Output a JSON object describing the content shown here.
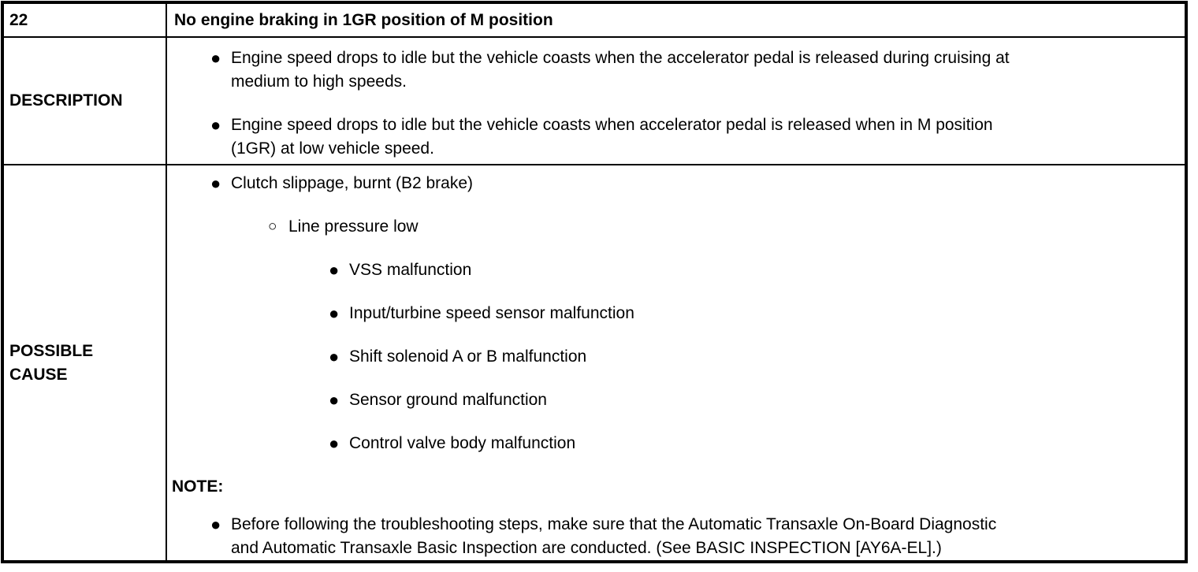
{
  "colors": {
    "background": "#ffffff",
    "border": "#000000",
    "text": "#000000"
  },
  "doc": {
    "row_number": "22",
    "title": "No engine braking in 1GR position of M position",
    "description_label": "DESCRIPTION",
    "possible_cause_label": "POSSIBLE CAUSE",
    "note_label": "NOTE:",
    "description_items": [
      {
        "bullet": "●",
        "lines": [
          "Engine speed drops to idle but the vehicle coasts when the accelerator pedal is released during cruising at",
          "medium to high speeds."
        ]
      },
      {
        "bullet": "●",
        "lines": [
          "Engine speed drops to idle but the vehicle coasts when accelerator pedal is released when in M position",
          "(1GR) at low vehicle speed."
        ]
      }
    ],
    "cause_items": [
      {
        "bullet": "●",
        "level": 1,
        "text": "Clutch slippage, burnt (B2 brake)"
      },
      {
        "bullet": "○",
        "level": 2,
        "text": "Line pressure low"
      },
      {
        "bullet": "●",
        "level": 3,
        "text": "VSS malfunction"
      },
      {
        "bullet": "●",
        "level": 3,
        "text": "Input/turbine speed sensor malfunction"
      },
      {
        "bullet": "●",
        "level": 3,
        "text": "Shift solenoid A or B malfunction"
      },
      {
        "bullet": "●",
        "level": 3,
        "text": "Sensor ground malfunction"
      },
      {
        "bullet": "●",
        "level": 3,
        "text": "Control valve body malfunction"
      }
    ],
    "note_items": [
      {
        "bullet": "●",
        "lines": [
          "Before following the troubleshooting steps, make sure that the Automatic Transaxle On-Board Diagnostic",
          "and Automatic Transaxle Basic Inspection are conducted. (See BASIC INSPECTION [AY6A-EL].)"
        ]
      }
    ]
  }
}
